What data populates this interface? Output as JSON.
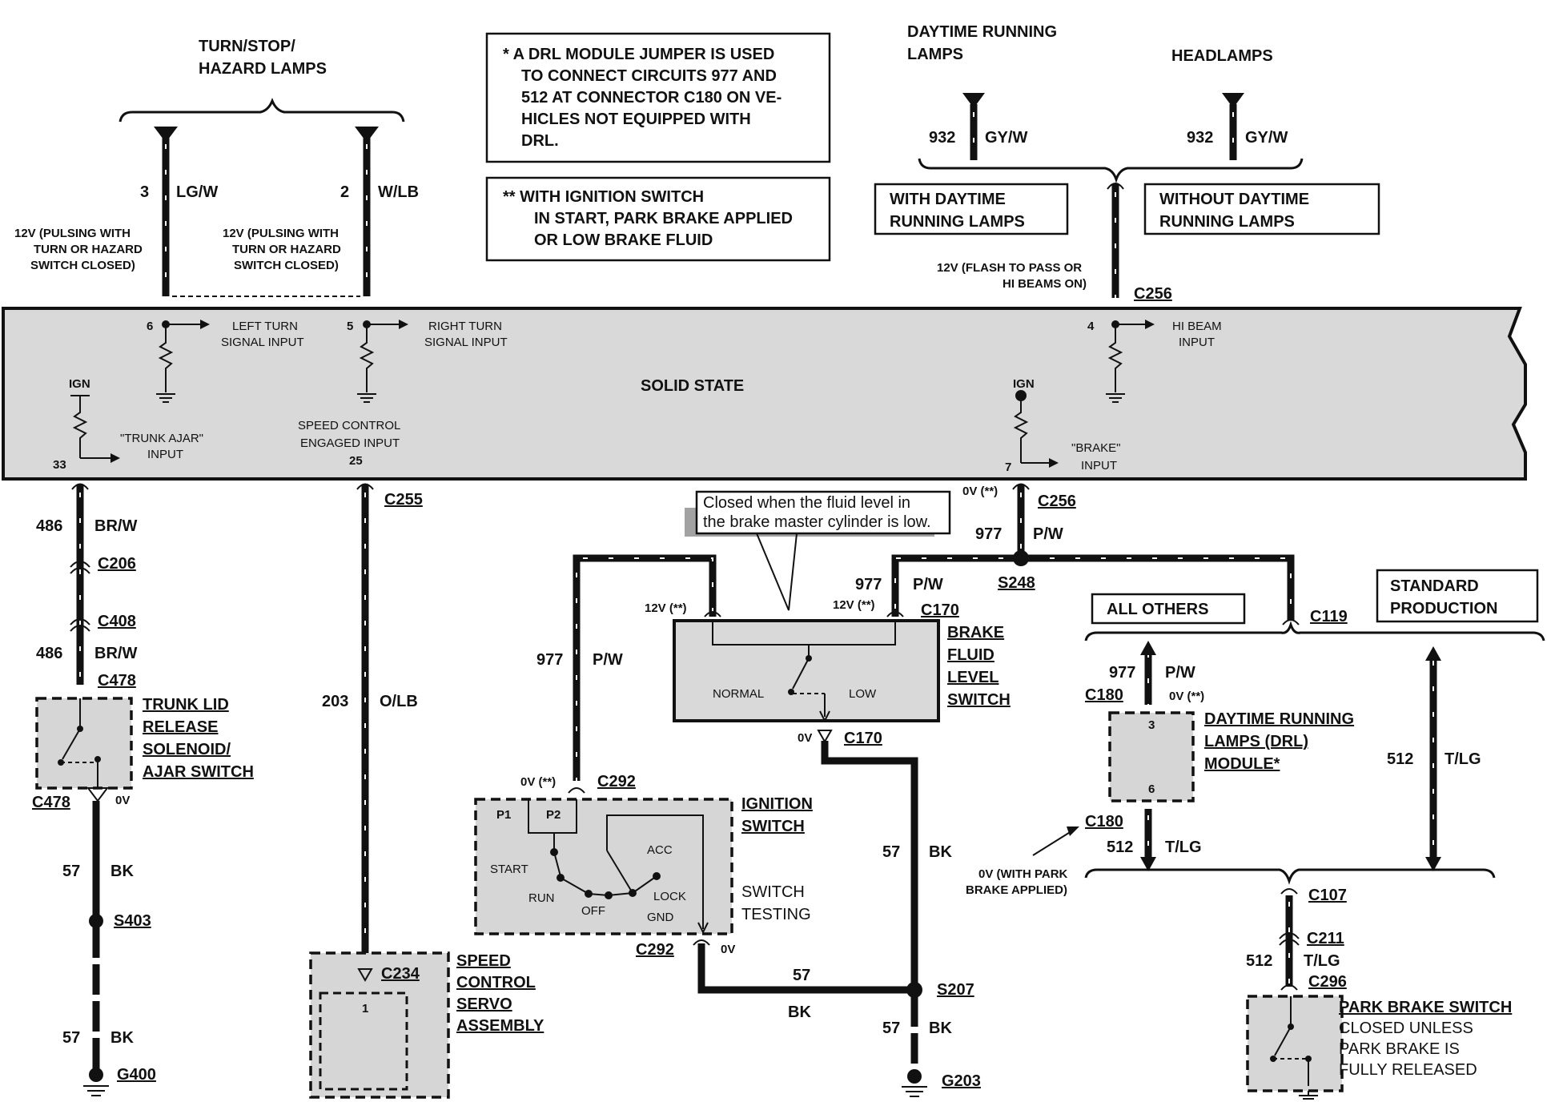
{
  "top_labels": {
    "turn_stop_l1": "TURN/STOP/",
    "turn_stop_l2": "HAZARD LAMPS",
    "drl_l1": "DAYTIME RUNNING",
    "drl_l2": "LAMPS",
    "headlamps": "HEADLAMPS"
  },
  "notes": {
    "drl_jumper": [
      "* A DRL MODULE JUMPER IS USED",
      "TO CONNECT CIRCUITS 977 AND",
      "512 AT CONNECTOR C180 ON VE-",
      "HICLES NOT EQUIPPED WITH",
      "DRL."
    ],
    "ignition": [
      "**  WITH IGNITION SWITCH",
      "IN START, PARK BRAKE APPLIED",
      "OR LOW BRAKE FLUID"
    ],
    "with_drl": [
      "WITH DAYTIME",
      "RUNNING LAMPS"
    ],
    "without_drl": [
      "WITHOUT DAYTIME",
      "RUNNING LAMPS"
    ],
    "all_others": "ALL OTHERS",
    "standard": [
      "STANDARD",
      "PRODUCTION"
    ],
    "fluid_callout": [
      "Closed when the fluid level in",
      "the brake master cylinder is low."
    ]
  },
  "solid_state": {
    "label": "SOLID STATE",
    "left_turn": [
      "LEFT TURN",
      "SIGNAL INPUT"
    ],
    "right_turn": [
      "RIGHT TURN",
      "SIGNAL INPUT"
    ],
    "hi_beam": [
      "HI BEAM",
      "INPUT"
    ],
    "trunk_ajar": [
      "\"TRUNK AJAR\"",
      "INPUT"
    ],
    "speed_control": [
      "SPEED CONTROL",
      "ENGAGED INPUT"
    ],
    "brake": [
      "\"BRAKE\"",
      "INPUT"
    ],
    "ign": "IGN",
    "pins": {
      "p6": "6",
      "p5": "5",
      "p4": "4",
      "p33": "33",
      "p25": "25",
      "p7": "7"
    }
  },
  "wires": {
    "w3": {
      "num": "3",
      "color": "LG/W"
    },
    "w2": {
      "num": "2",
      "color": "W/LB"
    },
    "w932a": {
      "num": "932",
      "color": "GY/W"
    },
    "w932b": {
      "num": "932",
      "color": "GY/W"
    },
    "w486a": {
      "num": "486",
      "color": "BR/W"
    },
    "w486b": {
      "num": "486",
      "color": "BR/W"
    },
    "w203": {
      "num": "203",
      "color": "O/LB"
    },
    "w977a": {
      "num": "977",
      "color": "P/W"
    },
    "w977b": {
      "num": "977",
      "color": "P/W"
    },
    "w977c": {
      "num": "977",
      "color": "P/W"
    },
    "w977d": {
      "num": "977",
      "color": "P/W"
    },
    "w57a": {
      "num": "57",
      "color": "BK"
    },
    "w57b": {
      "num": "57",
      "color": "BK"
    },
    "w57c": {
      "num": "57",
      "color": "BK"
    },
    "w57d": {
      "num": "57",
      "color": "BK"
    },
    "w57e": {
      "num": "57",
      "color": "BK"
    },
    "w512a": {
      "num": "512",
      "color": "T/LG"
    },
    "w512b": {
      "num": "512",
      "color": "T/LG"
    },
    "w512c": {
      "num": "512",
      "color": "T/LG"
    }
  },
  "voltages": {
    "pulse_l": [
      "12V (PULSING WITH",
      "TURN OR HAZARD",
      "SWITCH CLOSED)"
    ],
    "pulse_r": [
      "12V (PULSING WITH",
      "TURN OR HAZARD",
      "SWITCH CLOSED)"
    ],
    "flash": [
      "12V (FLASH TO PASS OR",
      "HI BEAMS ON)"
    ],
    "v0_star": "0V (**)",
    "v12_star_a": "12V (**)",
    "v12_star_b": "12V (**)",
    "v0_c292": "0V (**)",
    "v0_c478": "0V",
    "v0_c170": "0V",
    "v0_gnd": "0V",
    "v0_c180": "0V (**)",
    "v0_park": [
      "0V (WITH PARK",
      "BRAKE APPLIED)"
    ]
  },
  "connectors": {
    "c256a": "C256",
    "c256b": "C256",
    "c255": "C255",
    "c206": "C206",
    "c408": "C408",
    "c478a": "C478",
    "c478b": "C478",
    "s403": "S403",
    "g400": "G400",
    "c234": "C234",
    "s248": "S248",
    "c170a": "C170",
    "c170b": "C170",
    "c292a": "C292",
    "c292b": "C292",
    "s207": "S207",
    "g203": "G203",
    "c119": "C119",
    "c180a": "C180",
    "c180b": "C180",
    "c107": "C107",
    "c211": "C211",
    "c296": "C296"
  },
  "components": {
    "trunk": [
      "TRUNK LID",
      "RELEASE",
      "SOLENOID/",
      "AJAR SWITCH"
    ],
    "servo": [
      "SPEED",
      "CONTROL",
      "SERVO",
      "ASSEMBLY"
    ],
    "servo_pin": "1",
    "brake_fluid": [
      "BRAKE",
      "FLUID",
      "LEVEL",
      "SWITCH"
    ],
    "normal": "NORMAL",
    "low": "LOW",
    "ignition": [
      "IGNITION",
      "SWITCH"
    ],
    "switch_testing": [
      "SWITCH",
      "TESTING"
    ],
    "ign_pos": {
      "p1": "P1",
      "p2": "P2",
      "start": "START",
      "run": "RUN",
      "off": "OFF",
      "acc": "ACC",
      "lock": "LOCK",
      "gnd": "GND"
    },
    "drl_module": [
      "DAYTIME RUNNING",
      "LAMPS (DRL)",
      "MODULE*"
    ],
    "drl_pins": {
      "p3": "3",
      "p6": "6"
    },
    "park_brake": [
      "PARK BRAKE SWITCH",
      "CLOSED UNLESS",
      "PARK BRAKE IS",
      "FULLY RELEASED"
    ]
  },
  "colors": {
    "ink": "#111111",
    "module_fill": "#d9d9d9"
  }
}
